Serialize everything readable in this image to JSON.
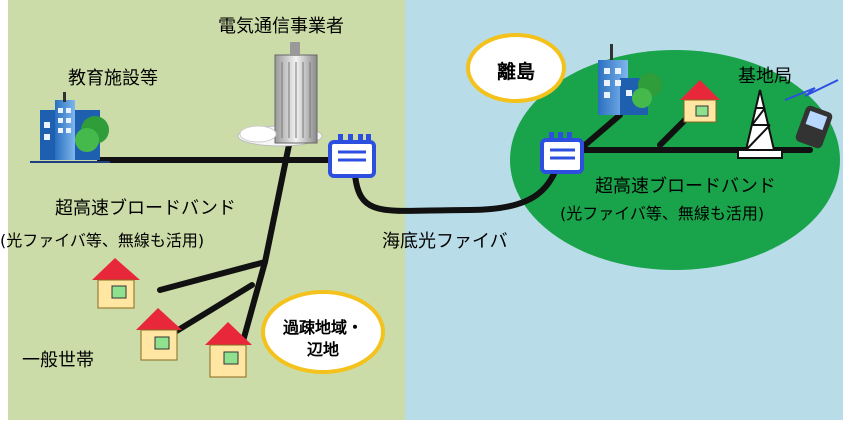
{
  "labels": {
    "carrier": "電気通信事業者",
    "education": "教育施設等",
    "mainland_broadband_line1": "超高速ブロードバンド",
    "mainland_broadband_line2": "(光ファイバ等、無線も活用)",
    "undersea_fiber": "海底光ファイバ",
    "base_station": "基地局",
    "island_broadband_line1": "超高速ブロードバンド",
    "island_broadband_line2": "(光ファイバ等、無線も活用)",
    "households": "一般世帯"
  },
  "callouts": {
    "island": "離島",
    "depopulated_line1": "過疎地域・",
    "depopulated_line2": "辺地"
  },
  "colors": {
    "mainland_bg": "#ccdca8",
    "sea_bg": "#b8dde8",
    "island_fill": "#19a34a",
    "line": "#111111",
    "bubble_border": "#f3c21c",
    "roof": "#e8283a",
    "equipment": "#2d4fe0"
  },
  "icons": [
    "office-tower-icon",
    "school-building-icon",
    "house-icon",
    "network-node-icon",
    "radio-tower-icon",
    "mobile-phone-icon"
  ]
}
